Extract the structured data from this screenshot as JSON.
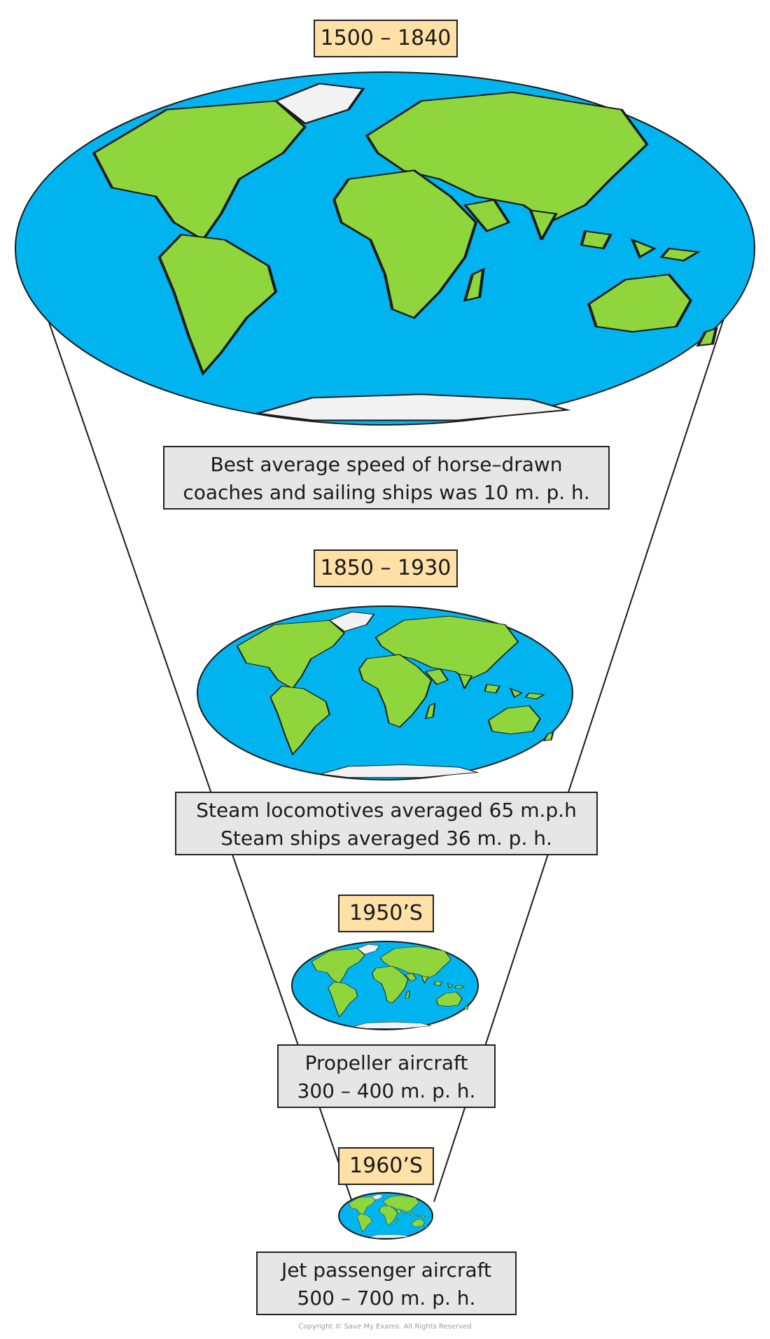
{
  "stages": [
    {
      "era": "1500 – 1840",
      "lines": [
        "Best average speed of horse–drawn",
        "coaches and sailing ships was 10 m. p. h."
      ]
    },
    {
      "era": "1850 – 1930",
      "lines": [
        "Steam locomotives averaged 65 m.p.h",
        "Steam ships averaged 36 m. p. h."
      ]
    },
    {
      "era": "1950’S",
      "lines": [
        "Propeller aircraft",
        "300 – 400 m. p. h."
      ]
    },
    {
      "era": "1960’S",
      "lines": [
        "Jet passenger aircraft",
        "500 – 700 m. p. h."
      ]
    }
  ],
  "copyright": "Copyright © Save My Exams. All Rights Reserved",
  "colors": {
    "ocean": "#00b4f0",
    "land": "#8ed63c",
    "ice": "#f2f2f2",
    "era_box": "#ffe0a6",
    "caption_box": "#e6e6e6"
  }
}
